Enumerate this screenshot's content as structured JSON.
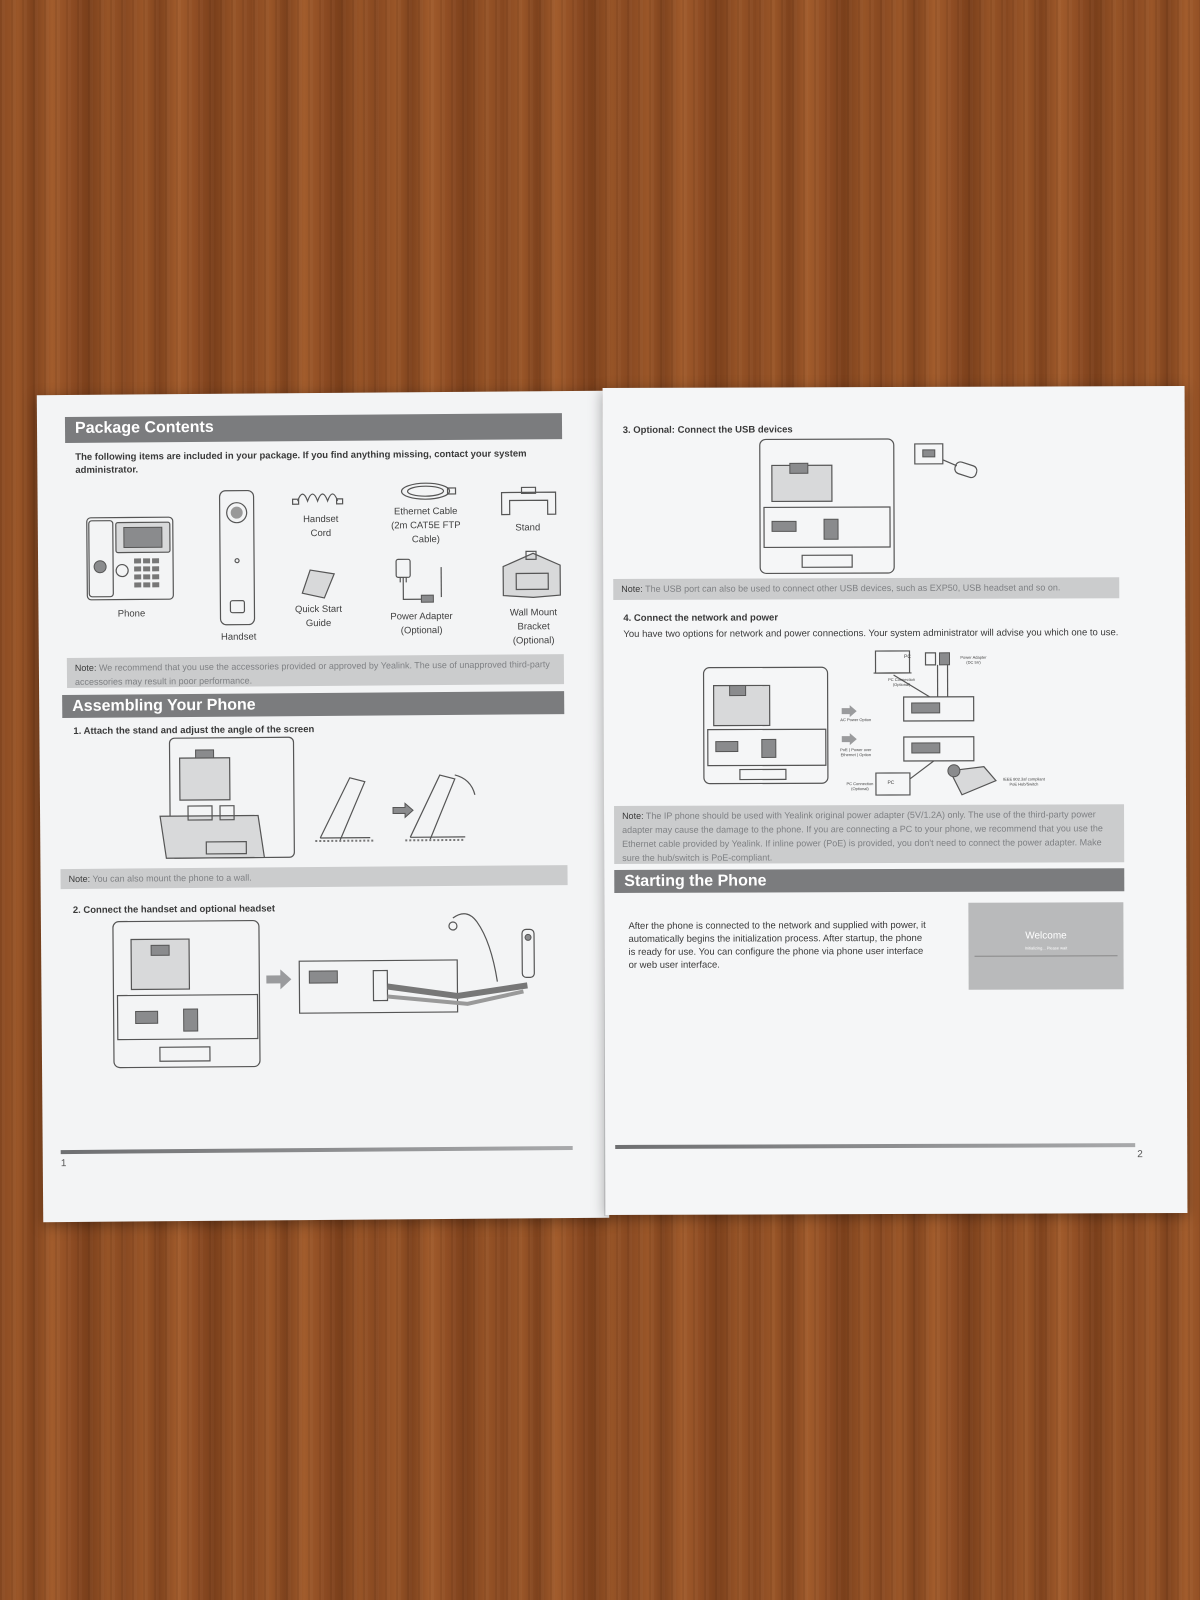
{
  "left_page": {
    "package_contents": {
      "title": "Package Contents",
      "intro": "The following items are included in your package. If you find anything missing, contact your system administrator.",
      "items": {
        "phone": "Phone",
        "handset": "Handset",
        "handset_cord": "Handset\nCord",
        "ethernet_cable": "Ethernet Cable\n(2m CAT5E FTP\nCable)",
        "stand": "Stand",
        "quick_start_guide": "Quick Start\nGuide",
        "power_adapter": "Power Adapter\n(Optional)",
        "wall_mount_bracket": "Wall Mount\nBracket\n(Optional)"
      },
      "note_label": "Note:",
      "note_text": "We recommend that you use the accessories provided or approved by Yealink. The use of unapproved third-party accessories may result in poor performance."
    },
    "assembling": {
      "title": "Assembling Your Phone",
      "step1": "1. Attach the stand and adjust the angle of the screen",
      "note_label": "Note:",
      "note_text": "You can also mount the phone to a wall.",
      "step2": "2. Connect the handset and optional headset"
    },
    "page_number": "1"
  },
  "right_page": {
    "step3": "3. Optional: Connect the USB devices",
    "usb_note_label": "Note:",
    "usb_note_text": "The USB port can also be used to connect other USB devices, such as EXP50, USB headset and so on.",
    "step4": "4. Connect the network and power",
    "step4_text": "You have two options for network and power connections. Your system administrator will advise you which one to use.",
    "diagram_labels": {
      "pc_top": "PC",
      "power_adapter": "Power Adapter\n(DC 5V)",
      "pc_connection_top": "PC Connection\n(Optional)",
      "ac_power_option": "AC Power Option",
      "poe_option": "PoE ( Power over\nEthernet ) Option",
      "pc_connection_bottom": "PC Connection\n(Optional)",
      "pc_bottom": "PC",
      "poe_switch": "IEEE 802.3af compliant\nPoE Hub/Switch"
    },
    "power_note_label": "Note:",
    "power_note_text": "The IP phone should be used with Yealink original power adapter (5V/1.2A) only. The use of the third-party power adapter may cause the damage to the phone. If you are connecting a PC to your phone, we recommend that you use the Ethernet cable provided by Yealink. If inline power (PoE) is provided, you don't need to connect the power adapter. Make sure the hub/switch is PoE-compliant.",
    "starting": {
      "title": "Starting the Phone",
      "text": "After the phone is connected to the network and supplied with power, it automatically begins the initialization process. After startup, the phone is ready for use. You can configure the phone via phone user interface or web user interface.",
      "screen_welcome": "Welcome",
      "screen_status": "Initializing...  Please wait"
    },
    "page_number": "2"
  }
}
